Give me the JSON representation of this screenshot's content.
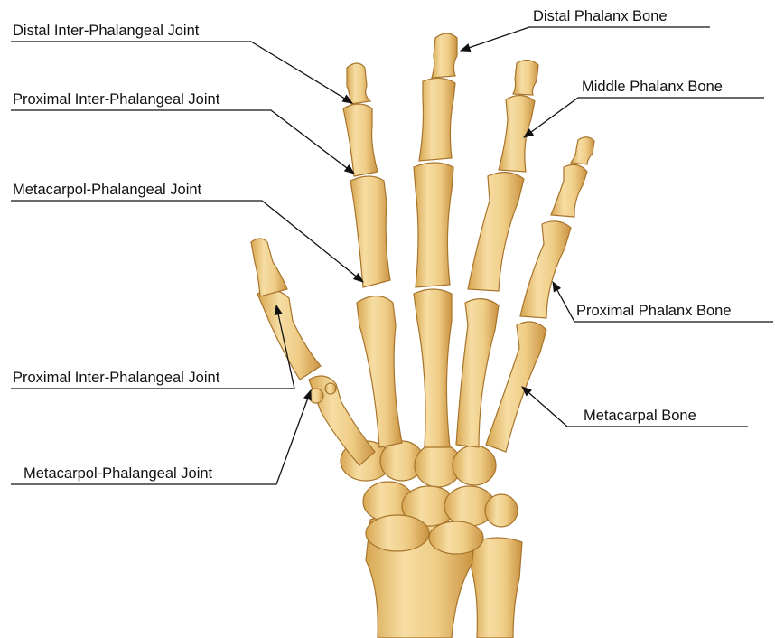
{
  "labels": {
    "distal_ip_joint": "Distal Inter-Phalangeal Joint",
    "proximal_ip_joint_finger": "Proximal Inter-Phalangeal Joint",
    "mcp_joint_finger": "Metacarpol-Phalangeal Joint",
    "proximal_ip_joint_thumb": "Proximal Inter-Phalangeal Joint",
    "mcp_joint_thumb": "Metacarpol-Phalangeal Joint",
    "distal_phalanx_bone": "Distal Phalanx Bone",
    "middle_phalanx_bone": "Middle Phalanx Bone",
    "proximal_phalanx_bone": "Proximal Phalanx Bone",
    "metacarpal_bone": "Metacarpal Bone"
  },
  "colors": {
    "bone": "#f0cf8e",
    "bone_shadow": "#c9963f",
    "bone_outline": "#a7742b",
    "leader_line": "#111111",
    "background": "#ffffff"
  }
}
